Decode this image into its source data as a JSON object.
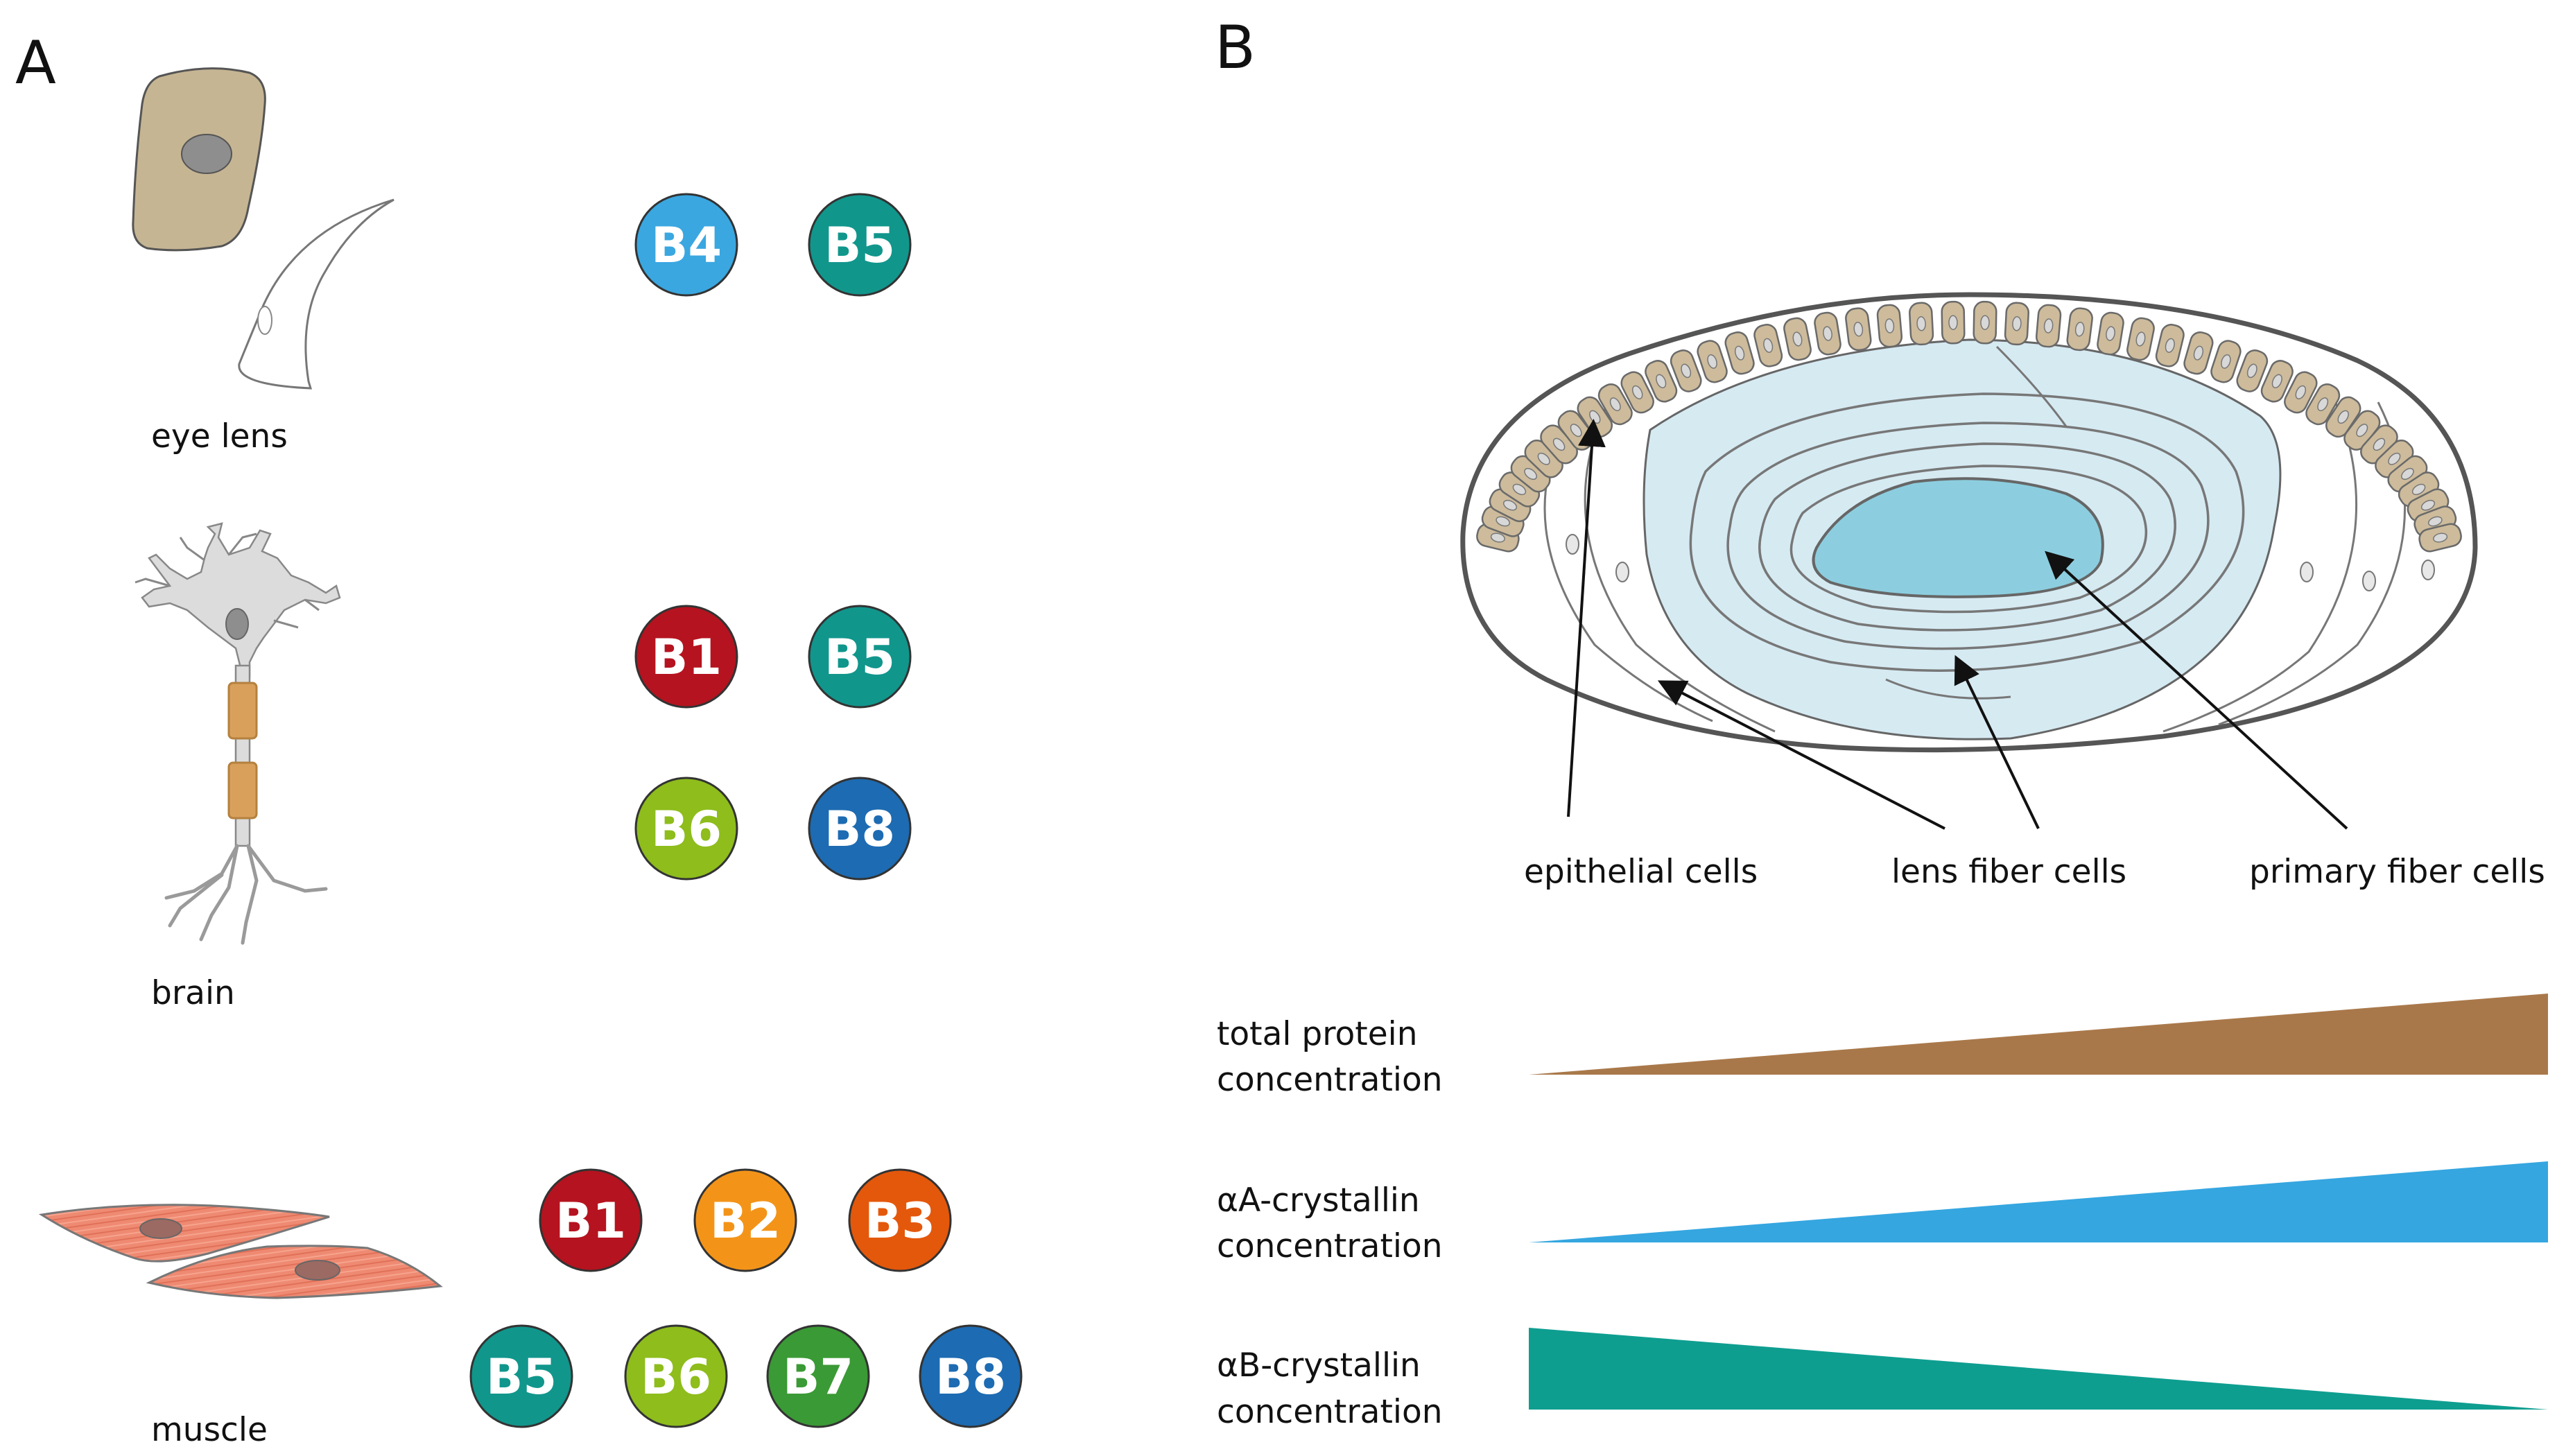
{
  "panels": {
    "a_label": "A",
    "b_label": "B"
  },
  "tissues": [
    {
      "name": "eye lens",
      "badges": [
        "B4",
        "B5"
      ]
    },
    {
      "name": "brain",
      "badges": [
        "B1",
        "B5",
        "B6",
        "B8"
      ]
    },
    {
      "name": "muscle",
      "badges": [
        "B1",
        "B2",
        "B3",
        "B5",
        "B6",
        "B7",
        "B8"
      ]
    }
  ],
  "badge_colors": {
    "B1": "#b5131f",
    "B2": "#f39419",
    "B3": "#e4580c",
    "B4": "#3aa7e0",
    "B5": "#11968c",
    "B6": "#8ebd1c",
    "B7": "#3a9a35",
    "B8": "#1d6bb2"
  },
  "lens_labels": {
    "epithelial": "epithelial cells",
    "fiber": "lens fiber cells",
    "primary": "primary fiber cells"
  },
  "gradients": [
    {
      "line1": "total protein",
      "line2": "concentration",
      "color": "#a9784a",
      "direction": "increasing"
    },
    {
      "line1": "αA-crystallin",
      "line2": "concentration",
      "color": "#35a6e0",
      "direction": "increasing"
    },
    {
      "line1": "αB-crystallin",
      "line2": "concentration",
      "color": "#0e9e90",
      "direction": "decreasing"
    }
  ],
  "colors": {
    "epithelial_fill": "#cdbb9b",
    "lens_fill": "#d6eaf2",
    "nucleus_fill": "#8ccedf",
    "outline": "#555555",
    "cell_fill": "#c6b593",
    "muscle_fill": "#ef8a72",
    "myelin_fill": "#d9a05c"
  }
}
